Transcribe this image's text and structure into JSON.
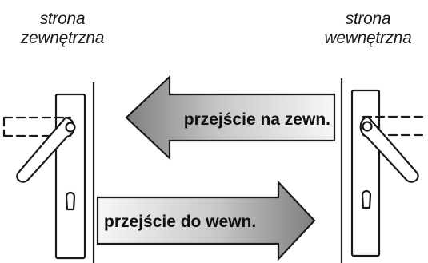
{
  "labels": {
    "outside_line1": "strona",
    "outside_line2": "zewnętrzna",
    "inside_line1": "strona",
    "inside_line2": "wewnętrzna"
  },
  "arrows": {
    "to_outside": "przejście na zewn.",
    "to_inside": "przejście do wewn."
  },
  "colors": {
    "stroke": "#1a1a1a",
    "arrow_fill_light": "#f2f2f2",
    "arrow_fill_dark": "#8e8e8e"
  }
}
